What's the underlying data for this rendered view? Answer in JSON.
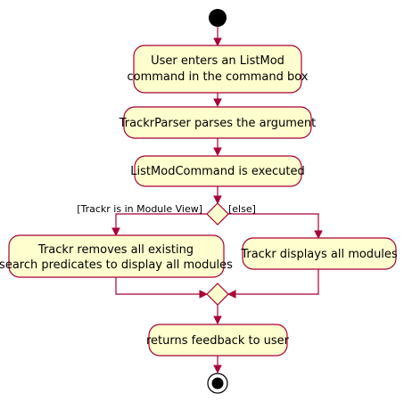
{
  "diagram": {
    "activities": {
      "enter_command": [
        "User enters an ListMod",
        "command in the command box"
      ],
      "parse_argument": [
        "TrackrParser parses the argument"
      ],
      "execute_command": [
        "ListModCommand is executed"
      ],
      "remove_predicates": [
        "Trackr removes all existing",
        "search predicates to display all modules"
      ],
      "display_modules": [
        "Trackr displays all modules"
      ],
      "return_feedback": [
        "returns feedback to user"
      ]
    },
    "guards": {
      "module_view": "[Trackr is in Module View]",
      "else": "[else]"
    }
  }
}
